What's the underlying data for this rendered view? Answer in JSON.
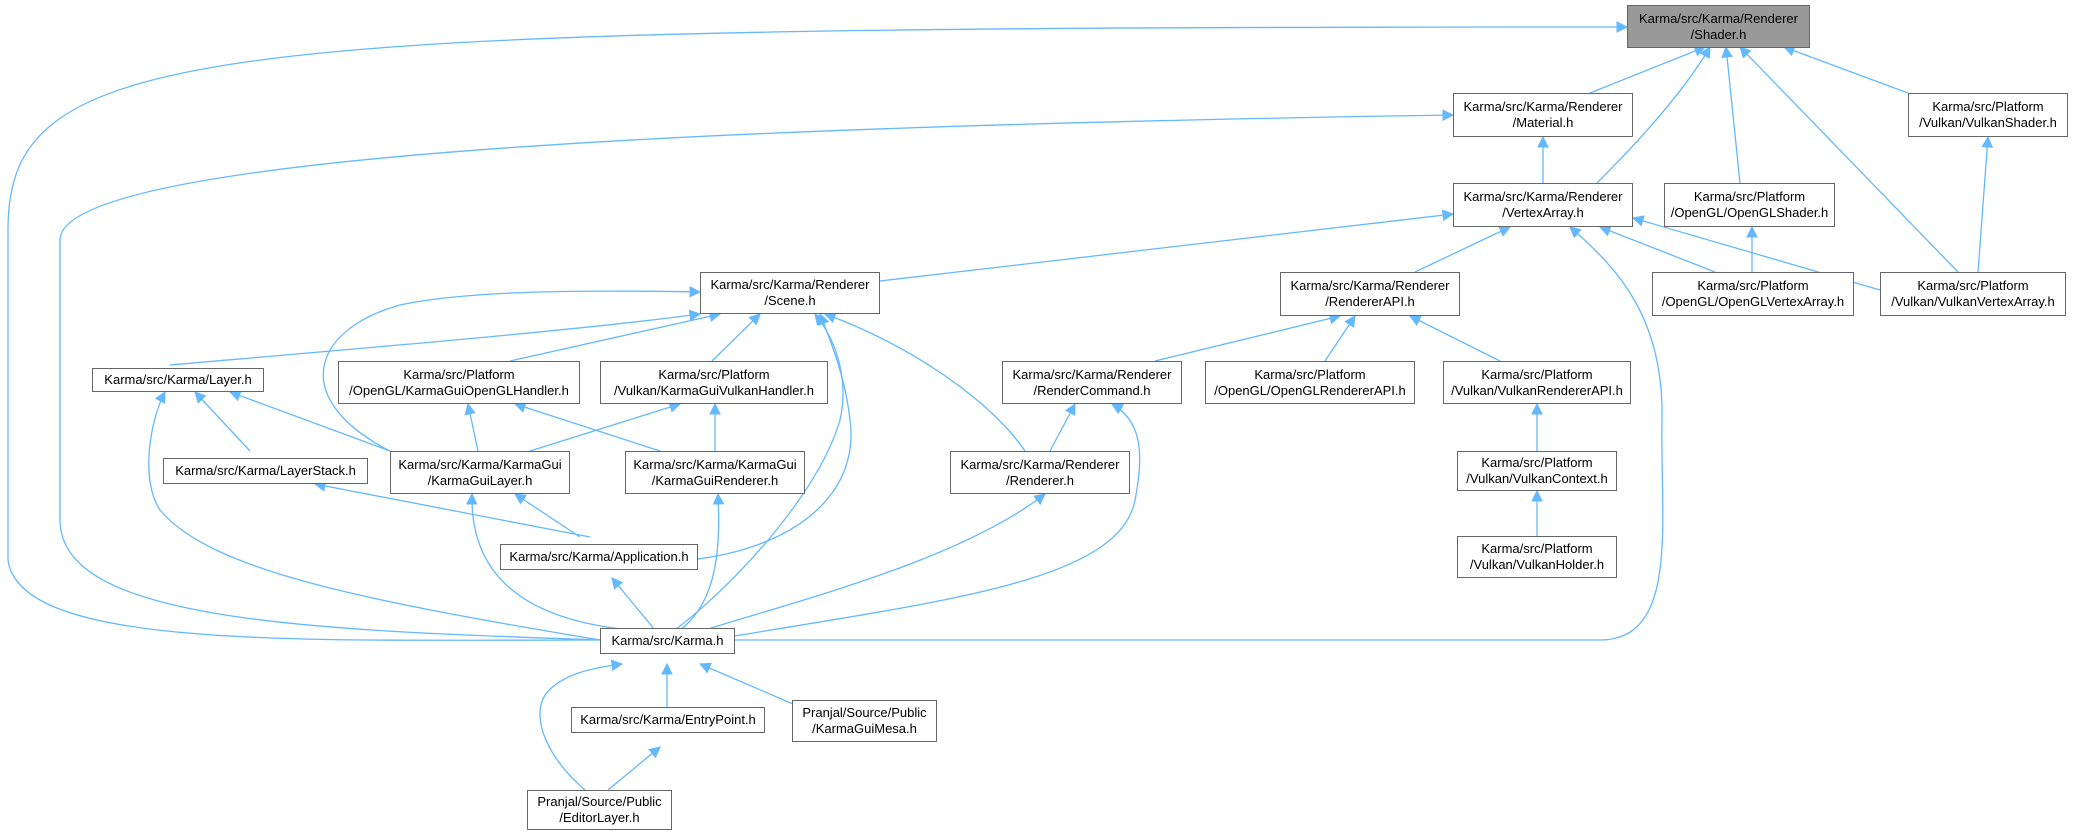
{
  "colors": {
    "edge": "#63b8ff",
    "node_border": "#666666",
    "root_fill": "#999999",
    "node_fill": "#ffffff"
  },
  "nodes": {
    "shader": {
      "label": "Karma/src/Karma/Renderer\n/Shader.h"
    },
    "material": {
      "label": "Karma/src/Karma/Renderer\n/Material.h"
    },
    "vulkan_shader": {
      "label": "Karma/src/Platform\n/Vulkan/VulkanShader.h"
    },
    "vertex_array": {
      "label": "Karma/src/Karma/Renderer\n/VertexArray.h"
    },
    "opengl_shader": {
      "label": "Karma/src/Platform\n/OpenGL/OpenGLShader.h"
    },
    "scene": {
      "label": "Karma/src/Karma/Renderer\n/Scene.h"
    },
    "renderer_api": {
      "label": "Karma/src/Karma/Renderer\n/RendererAPI.h"
    },
    "opengl_vertex_array": {
      "label": "Karma/src/Platform\n/OpenGL/OpenGLVertexArray.h"
    },
    "vulkan_vertex_array": {
      "label": "Karma/src/Platform\n/Vulkan/VulkanVertexArray.h"
    },
    "layer": {
      "label": "Karma/src/Karma/Layer.h"
    },
    "gui_opengl_handler": {
      "label": "Karma/src/Platform\n/OpenGL/KarmaGuiOpenGLHandler.h"
    },
    "gui_vulkan_handler": {
      "label": "Karma/src/Platform\n/Vulkan/KarmaGuiVulkanHandler.h"
    },
    "render_command": {
      "label": "Karma/src/Karma/Renderer\n/RenderCommand.h"
    },
    "opengl_renderer_api": {
      "label": "Karma/src/Platform\n/OpenGL/OpenGLRendererAPI.h"
    },
    "vulkan_renderer_api": {
      "label": "Karma/src/Platform\n/Vulkan/VulkanRendererAPI.h"
    },
    "layer_stack": {
      "label": "Karma/src/Karma/LayerStack.h"
    },
    "gui_layer": {
      "label": "Karma/src/Karma/KarmaGui\n/KarmaGuiLayer.h"
    },
    "gui_renderer": {
      "label": "Karma/src/Karma/KarmaGui\n/KarmaGuiRenderer.h"
    },
    "renderer": {
      "label": "Karma/src/Karma/Renderer\n/Renderer.h"
    },
    "vulkan_context": {
      "label": "Karma/src/Platform\n/Vulkan/VulkanContext.h"
    },
    "application": {
      "label": "Karma/src/Karma/Application.h"
    },
    "vulkan_holder": {
      "label": "Karma/src/Platform\n/Vulkan/VulkanHolder.h"
    },
    "karma": {
      "label": "Karma/src/Karma.h"
    },
    "entry_point": {
      "label": "Karma/src/Karma/EntryPoint.h"
    },
    "gui_mesa": {
      "label": "Pranjal/Source/Public\n/KarmaGuiMesa.h"
    },
    "editor_layer": {
      "label": "Pranjal/Source/Public\n/EditorLayer.h"
    }
  }
}
